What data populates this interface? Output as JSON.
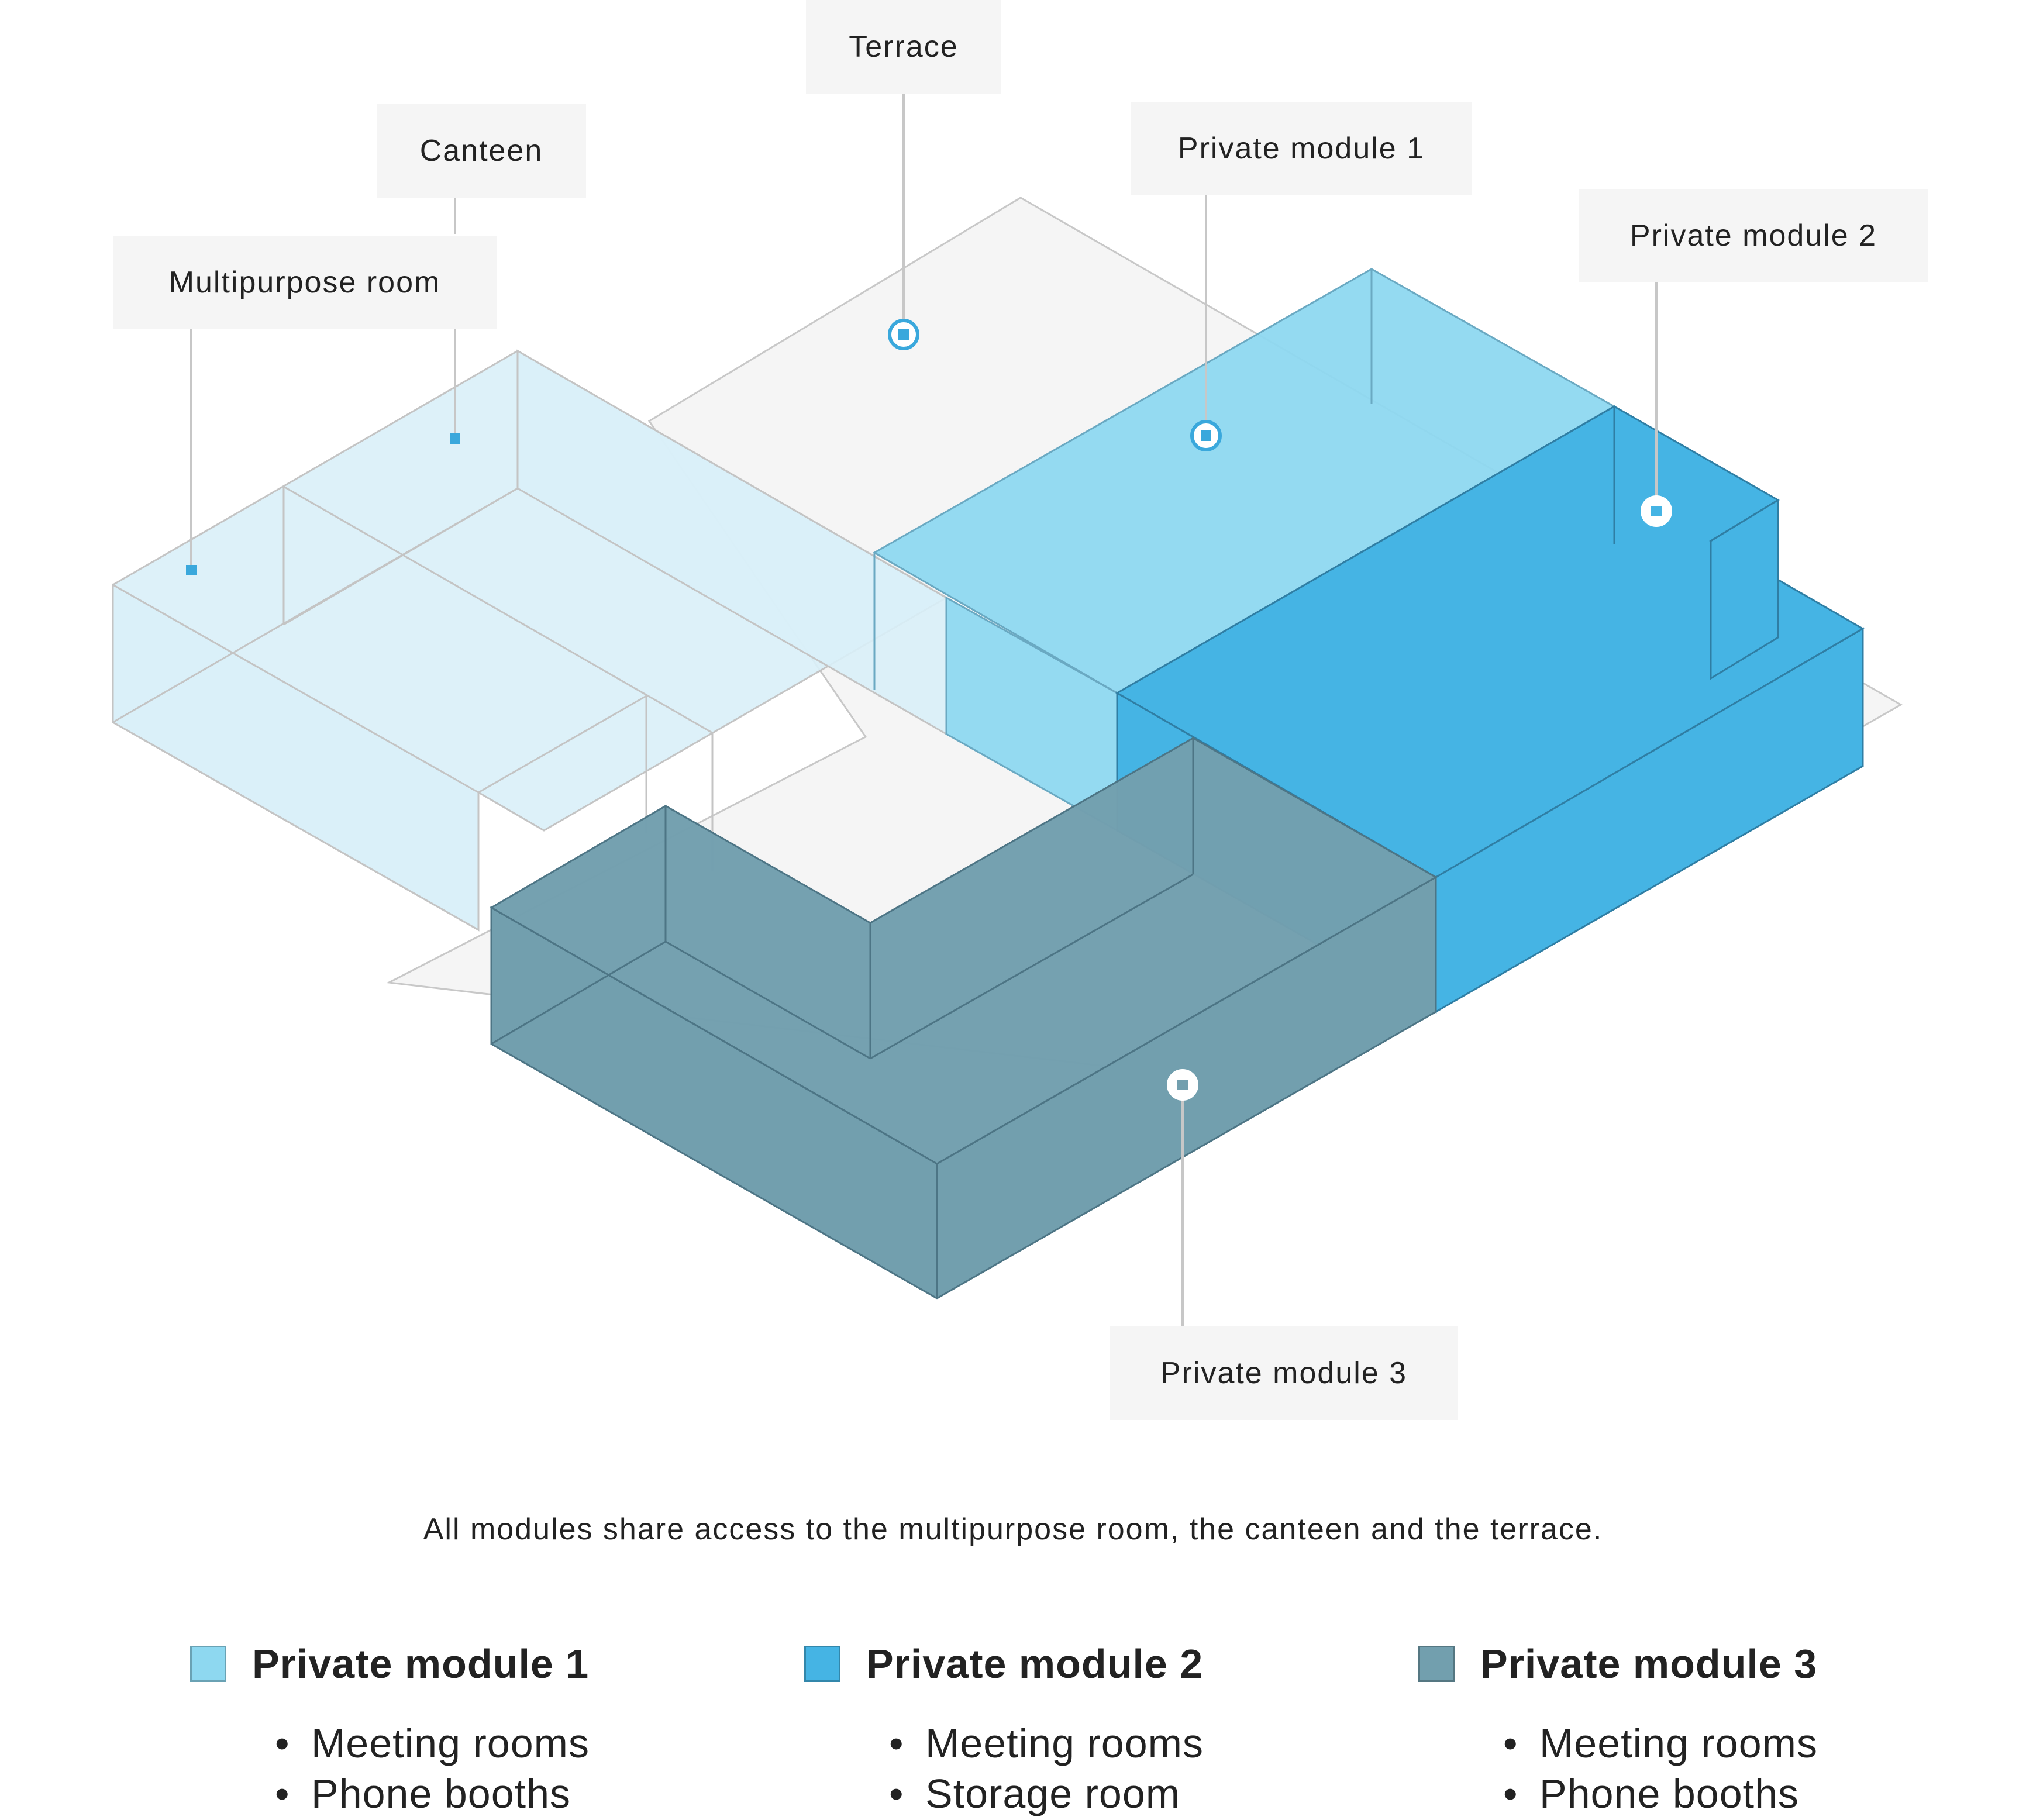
{
  "callouts": {
    "terrace": "Terrace",
    "canteen": "Canteen",
    "multipurpose": "Multipurpose room",
    "module1": "Private module 1",
    "module2": "Private module 2",
    "module3": "Private module 3"
  },
  "caption": "All modules share access to the multipurpose room, the canteen and the terrace.",
  "legend": [
    {
      "title": "Private module 1",
      "color": "#8ed8f0",
      "items": [
        "Meeting rooms",
        "Phone booths"
      ]
    },
    {
      "title": "Private module 2",
      "color": "#45b4e4",
      "items": [
        "Meeting rooms",
        "Storage room"
      ]
    },
    {
      "title": "Private module 3",
      "color": "#729fae",
      "items": [
        "Meeting rooms",
        "Phone booths"
      ]
    }
  ],
  "colors": {
    "shared": "#d9eff8",
    "terrace_floor": "#f5f5f5",
    "module1": "#8ed8f0",
    "module2": "#45b4e4",
    "module3": "#729fae",
    "marker": "#3aa8dc"
  }
}
